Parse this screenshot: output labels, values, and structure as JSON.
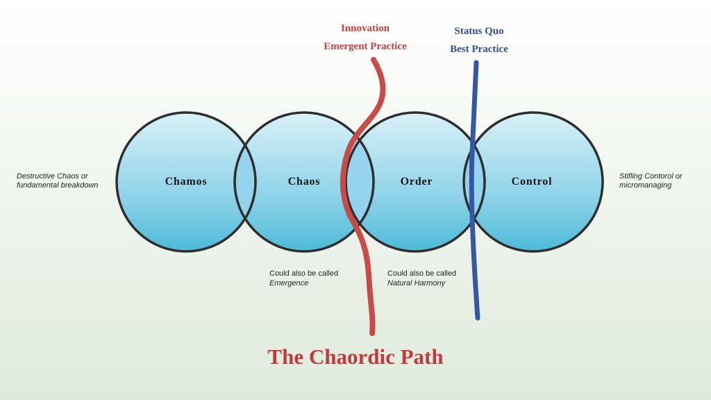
{
  "circles": [
    {
      "label": "Chamos"
    },
    {
      "label": "Chaos"
    },
    {
      "label": "Order"
    },
    {
      "label": "Control"
    }
  ],
  "innovation": {
    "line1": "Innovation",
    "line2": "Emergent Practice",
    "color": "#c8413f"
  },
  "status_quo": {
    "line1": "Status Quo",
    "line2": "Best Practice",
    "color": "#2f4f97"
  },
  "left_note": {
    "line1": "Destructive Chaos or",
    "line2": "fundamental breakdown"
  },
  "right_note": {
    "line1": "Stifling Contorol or",
    "line2": "micromanaging"
  },
  "chaos_note": {
    "line1": "Could also be called",
    "line2": "Emergence"
  },
  "order_note": {
    "line1": "Could also be called",
    "line2": "Natural Harmony"
  },
  "title": "The Chaordic Path",
  "colors": {
    "circle_top": "#d6f0f8",
    "circle_bottom": "#4fbcd9",
    "overlap": "#8fd0ec",
    "outline": "#333333"
  }
}
